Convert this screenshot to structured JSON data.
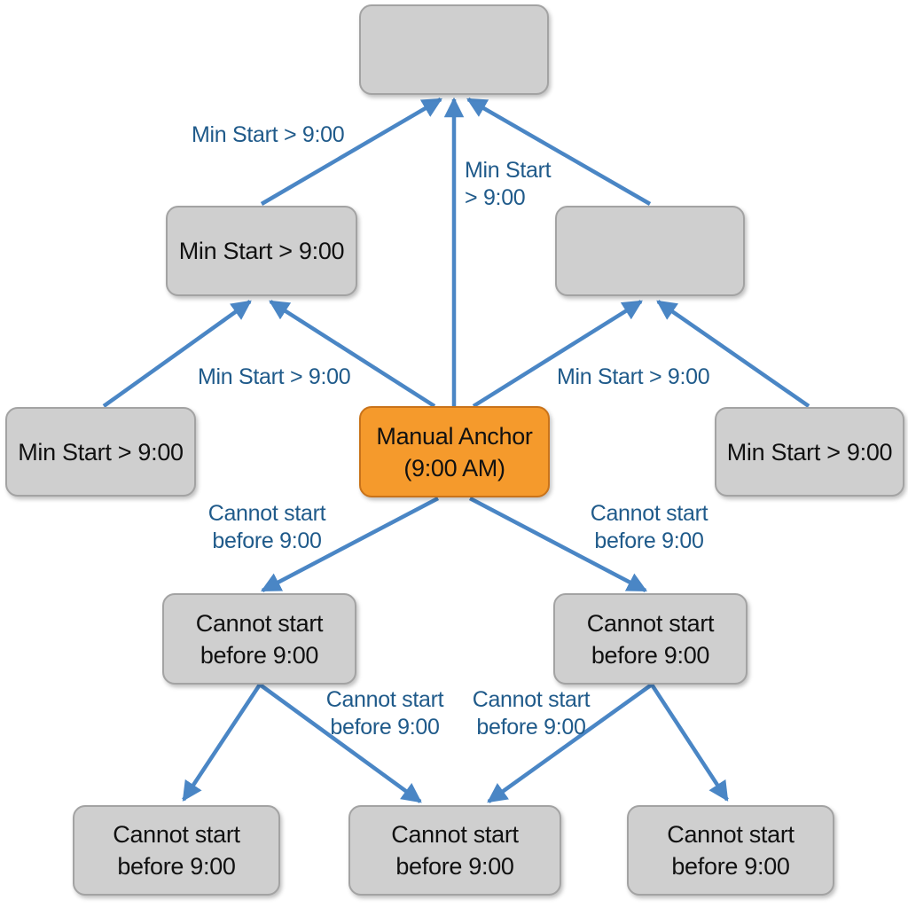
{
  "colors": {
    "node_fill": "#cfcfcf",
    "anchor_fill": "#f59a2c",
    "edge": "#4a86c5",
    "edge_label": "#1f5a8a"
  },
  "nodes": {
    "top": {
      "lines": []
    },
    "mid_left": {
      "lines": [
        "Min Start > 9:00"
      ]
    },
    "mid_right": {
      "lines": []
    },
    "far_left": {
      "lines": [
        "Min Start > 9:00"
      ]
    },
    "anchor": {
      "lines": [
        "Manual Anchor",
        "(9:00 AM)"
      ]
    },
    "far_right": {
      "lines": [
        "Min Start > 9:00"
      ]
    },
    "low_left": {
      "lines": [
        "Cannot start",
        "before 9:00"
      ]
    },
    "low_right": {
      "lines": [
        "Cannot start",
        "before 9:00"
      ]
    },
    "bottom_left": {
      "lines": [
        "Cannot start",
        "before 9:00"
      ]
    },
    "bottom_center": {
      "lines": [
        "Cannot start",
        "before 9:00"
      ]
    },
    "bottom_right": {
      "lines": [
        "Cannot start",
        "before 9:00"
      ]
    }
  },
  "edge_labels": {
    "mid_left_to_top": [
      "Min Start > 9:00"
    ],
    "anchor_to_top": [
      "Min Start",
      "> 9:00"
    ],
    "anchor_to_mid_left": [
      "Min Start > 9:00"
    ],
    "anchor_to_mid_right": [
      "Min Start > 9:00"
    ],
    "anchor_to_low_left": [
      "Cannot start",
      "before 9:00"
    ],
    "anchor_to_low_right": [
      "Cannot start",
      "before 9:00"
    ],
    "low_left_to_bottom_center": [
      "Cannot start",
      "before 9:00"
    ],
    "low_right_to_bottom_center": [
      "Cannot start",
      "before 9:00"
    ]
  }
}
